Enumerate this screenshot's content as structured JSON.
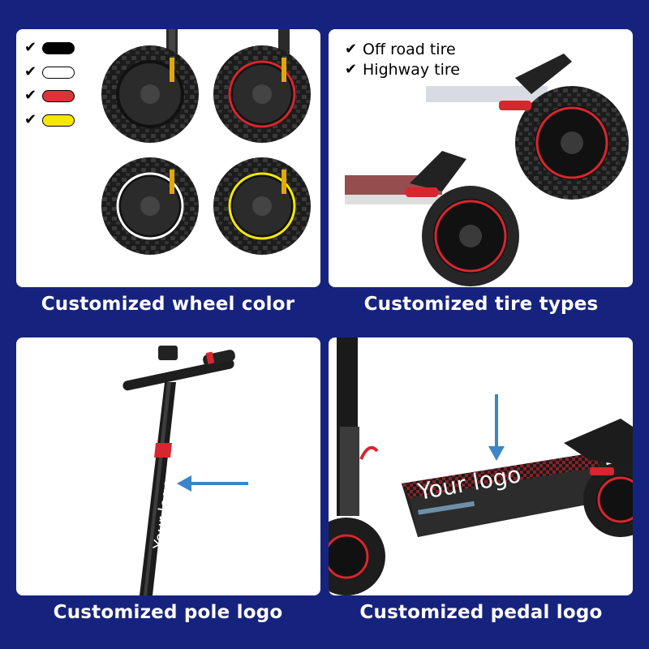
{
  "panels": {
    "wheel_color": {
      "caption": "Customized wheel color",
      "swatches": [
        {
          "color": "#000000"
        },
        {
          "color": "#ffffff"
        },
        {
          "color": "#e0313a"
        },
        {
          "color": "#f5e800"
        }
      ]
    },
    "tire_types": {
      "caption": "Customized tire types",
      "options": [
        "Off road tire",
        "Highway tire"
      ]
    },
    "pole_logo": {
      "caption": "Customized pole logo",
      "logo_text": "Your logo"
    },
    "pedal_logo": {
      "caption": "Customized pedal logo",
      "logo_text": "Your logo"
    }
  },
  "colors": {
    "background": "#16237e",
    "arrow": "#3a86c8",
    "accent_red": "#d8262e"
  }
}
